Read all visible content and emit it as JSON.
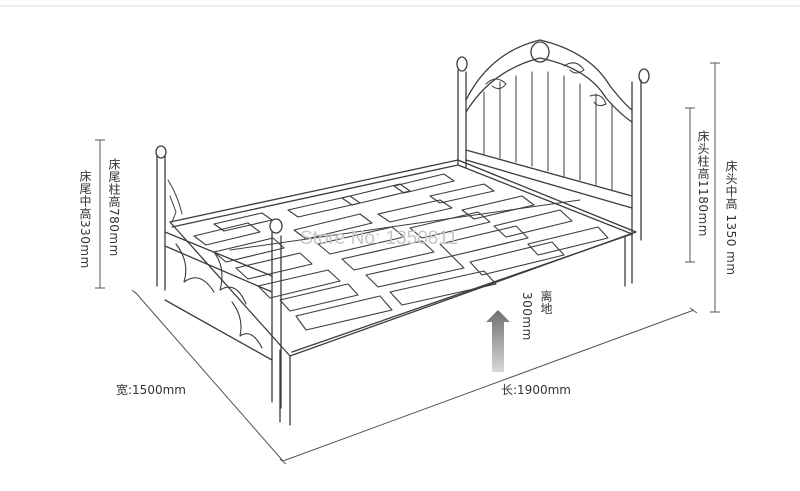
{
  "labels": {
    "width": "宽:1500mm",
    "length": "长:1900mm",
    "foot_post_height": "床尾柱高780mm",
    "foot_middle_height": "床尾中高330mm",
    "head_post_height": "床头柱高1180mm",
    "head_middle_height": "床头中高 1350 mm",
    "ground_clearance_title": "离地",
    "ground_clearance_value": "300mm"
  },
  "watermark": "Store No: 1350811",
  "colors": {
    "line": "#3c3c3c",
    "dimension": "#555555",
    "arrow": "#8a8a8a"
  }
}
